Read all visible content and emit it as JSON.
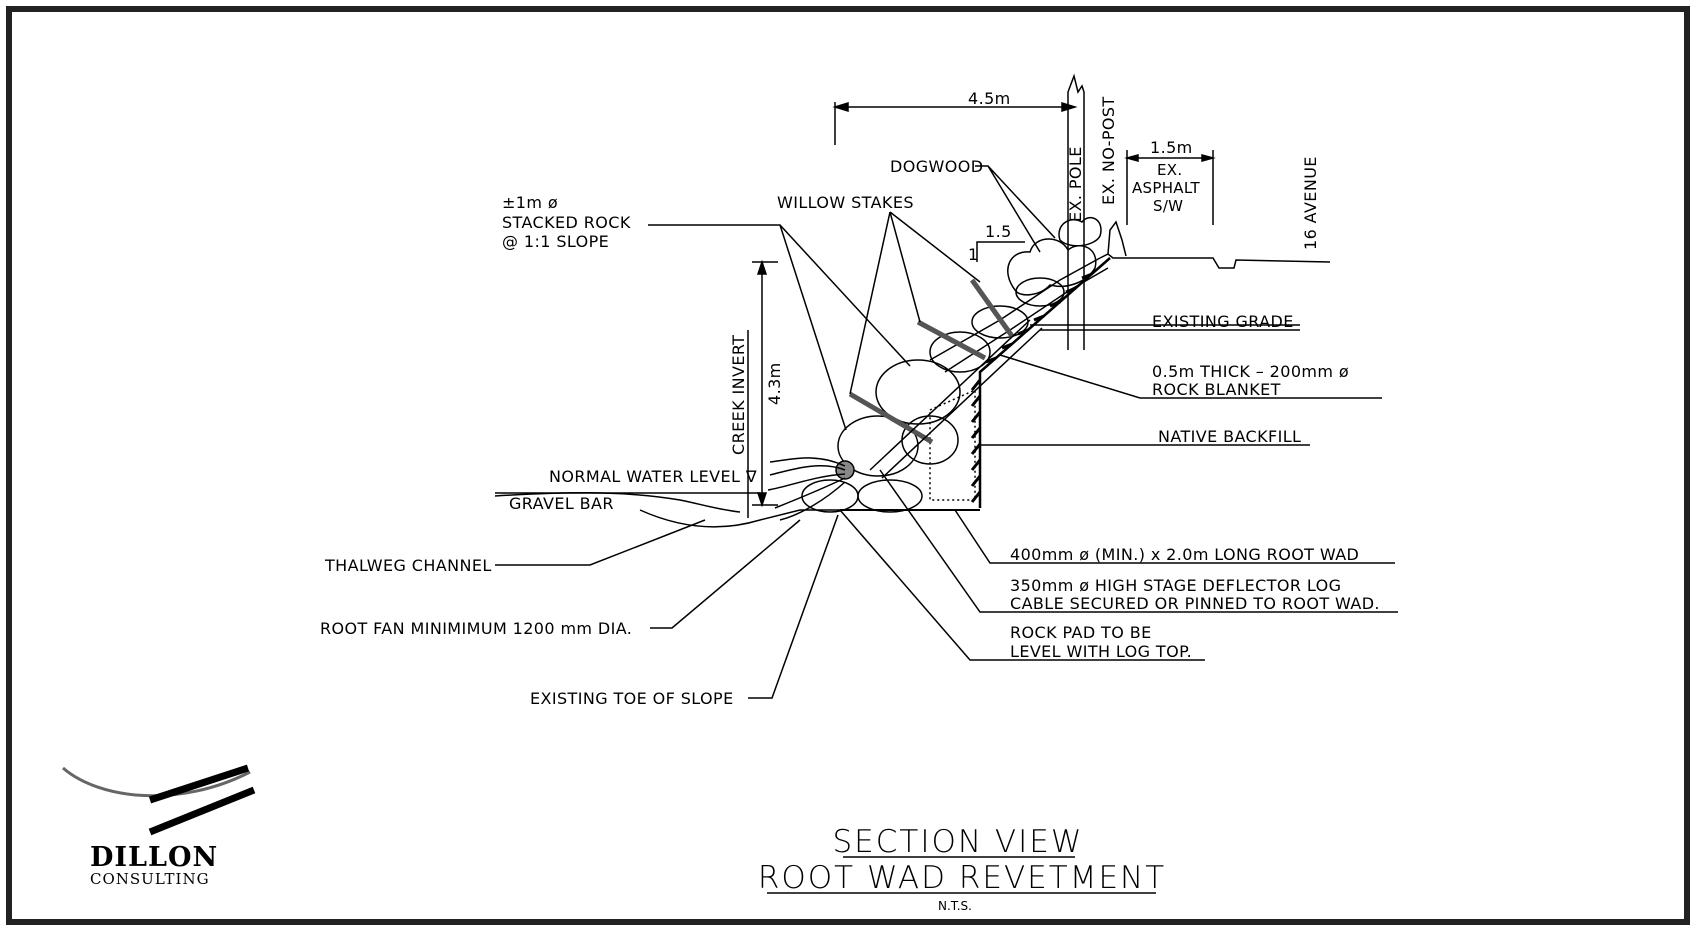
{
  "labels": {
    "dim_4_5m": "4.5m",
    "ex_pole": "EX. POLE",
    "ex_no_post": "EX. NO-POST",
    "dim_1_5m": "1.5m",
    "ex_asphalt": [
      "EX.",
      "ASPHALT",
      "S/W"
    ],
    "avenue": "16 AVENUE",
    "dogwood": "DOGWOOD",
    "willow_stakes": "WILLOW STAKES",
    "stacked_rock": [
      "±1m ø",
      "STACKED ROCK",
      "@ 1:1 SLOPE"
    ],
    "slope_run": "1.5",
    "slope_rise": "1",
    "creek_invert": "CREEK INVERT",
    "dim_4_3m": "4.3m",
    "existing_grade": "EXISTING GRADE",
    "rock_blanket": [
      "0.5m THICK – 200mm ø",
      "ROCK BLANKET"
    ],
    "native_backfill": "NATIVE BACKFILL",
    "normal_water_level": "NORMAL WATER LEVEL ∇",
    "gravel_bar": "GRAVEL BAR",
    "thalweg_channel": "THALWEG CHANNEL",
    "root_fan": "ROOT FAN MINIMIMUM 1200 mm DIA.",
    "existing_toe": "EXISTING TOE OF SLOPE",
    "root_wad": "400mm ø (MIN.) x 2.0m LONG ROOT WAD",
    "deflector_log": [
      "350mm ø HIGH STAGE DEFLECTOR LOG",
      "CABLE SECURED OR PINNED TO ROOT WAD."
    ],
    "rock_pad": [
      "ROCK PAD TO BE",
      "LEVEL WITH LOG TOP."
    ]
  },
  "title_block": {
    "line1": "SECTION VIEW",
    "line2": "ROOT WAD REVETMENT",
    "scale": "N.T.S."
  },
  "logo": {
    "name": "DILLON",
    "sub": "CONSULTING"
  }
}
